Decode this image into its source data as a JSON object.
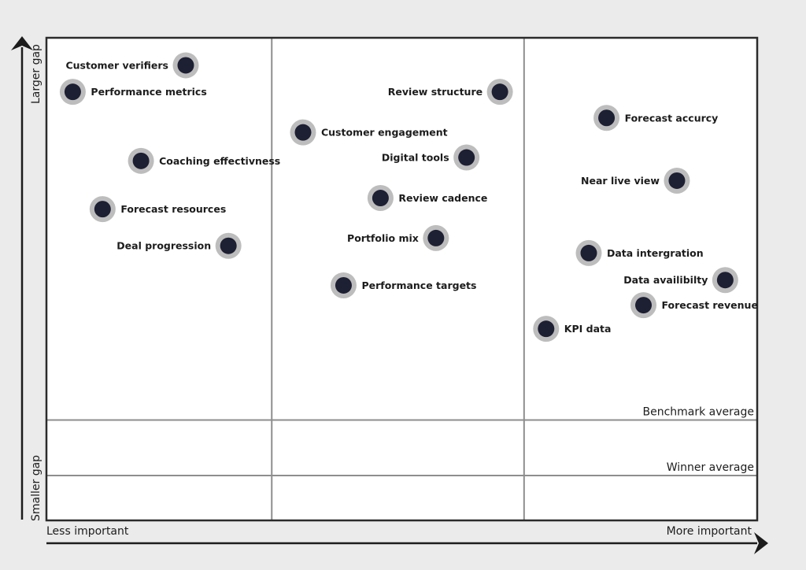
{
  "chart_data": {
    "type": "scatter",
    "title": "",
    "xlabel_left": "Less important",
    "xlabel_right": "More important",
    "ylabel_top": "Larger gap",
    "ylabel_bottom": "Smaller gap",
    "xlim": [
      0,
      100
    ],
    "ylim": [
      0,
      100
    ],
    "reference_lines": [
      {
        "name": "Benchmark average",
        "y": 20.8
      },
      {
        "name": "Winner average",
        "y": 9.3
      }
    ],
    "vertical_dividers_x": [
      31.7,
      67.2
    ],
    "colors": {
      "point": "#1d1f33",
      "halo": "#bdbdbd",
      "frame": "#2b2b2b",
      "grid": "#8e8e8e"
    },
    "points": [
      {
        "label": "Customer verifiers",
        "x": 19.6,
        "y": 94.3,
        "side": "left"
      },
      {
        "label": "Performance metrics",
        "x": 3.7,
        "y": 88.8,
        "side": "right"
      },
      {
        "label": "Coaching effectivness",
        "x": 13.3,
        "y": 74.5,
        "side": "right"
      },
      {
        "label": "Forecast resources",
        "x": 7.9,
        "y": 64.5,
        "side": "right"
      },
      {
        "label": "Deal progression",
        "x": 25.6,
        "y": 56.9,
        "side": "left"
      },
      {
        "label": "Review structure",
        "x": 63.8,
        "y": 88.8,
        "side": "left"
      },
      {
        "label": "Customer engagement",
        "x": 36.1,
        "y": 80.4,
        "side": "right"
      },
      {
        "label": "Digital tools",
        "x": 59.1,
        "y": 75.2,
        "side": "left"
      },
      {
        "label": "Review cadence",
        "x": 47.0,
        "y": 66.8,
        "side": "right"
      },
      {
        "label": "Portfolio mix",
        "x": 54.8,
        "y": 58.5,
        "side": "left"
      },
      {
        "label": "Performance targets",
        "x": 41.8,
        "y": 48.7,
        "side": "right"
      },
      {
        "label": "Forecast accurcy",
        "x": 78.8,
        "y": 83.4,
        "side": "right"
      },
      {
        "label": "Near live view",
        "x": 88.7,
        "y": 70.4,
        "side": "left"
      },
      {
        "label": "Data intergration",
        "x": 76.3,
        "y": 55.4,
        "side": "right"
      },
      {
        "label": "Data availibilty",
        "x": 95.5,
        "y": 49.8,
        "side": "left"
      },
      {
        "label": "Forecast revenue",
        "x": 84.0,
        "y": 44.6,
        "side": "right"
      },
      {
        "label": "KPI data",
        "x": 70.3,
        "y": 39.7,
        "side": "right"
      }
    ]
  }
}
